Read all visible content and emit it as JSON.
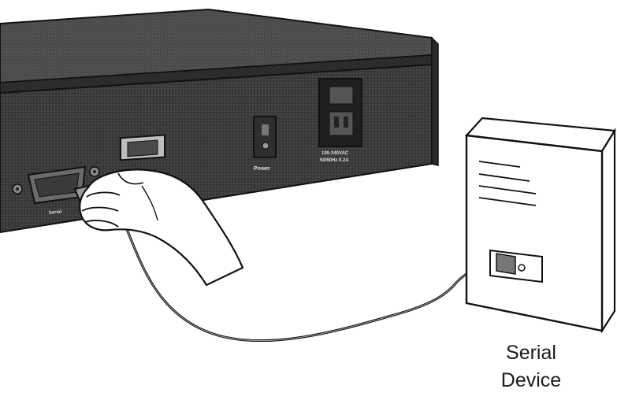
{
  "device_label": {
    "line1": "Serial",
    "line2": "Device"
  },
  "chassis_labels": {
    "serial_port": "Serial",
    "power_switch": "Power",
    "power_rating_1": "100-240VAC",
    "power_rating_2": "50/60Hz 0.2A"
  },
  "colors": {
    "chassis_dark": "#3a3a3a",
    "chassis_top": "#4a4a4a",
    "outline": "#111111",
    "background": "#ffffff"
  }
}
